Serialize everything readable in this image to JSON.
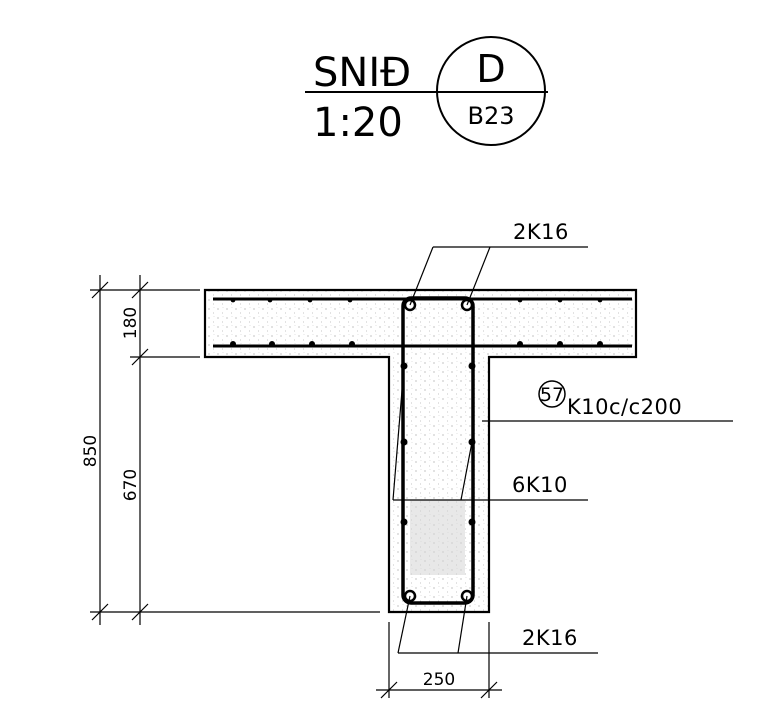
{
  "title": {
    "section": "SNIĐ",
    "scale": "1:20",
    "badge_top": "D",
    "badge_bottom": "B23"
  },
  "labels": {
    "top_bars": "2K16",
    "stirrup_mark": "57",
    "stirrups": "K10c/c200",
    "side_bars": "6K10",
    "bottom_bars": "2K16"
  },
  "dimensions": {
    "total_height": "850",
    "flange_thickness": "180",
    "web_height": "670",
    "web_width": "250"
  }
}
